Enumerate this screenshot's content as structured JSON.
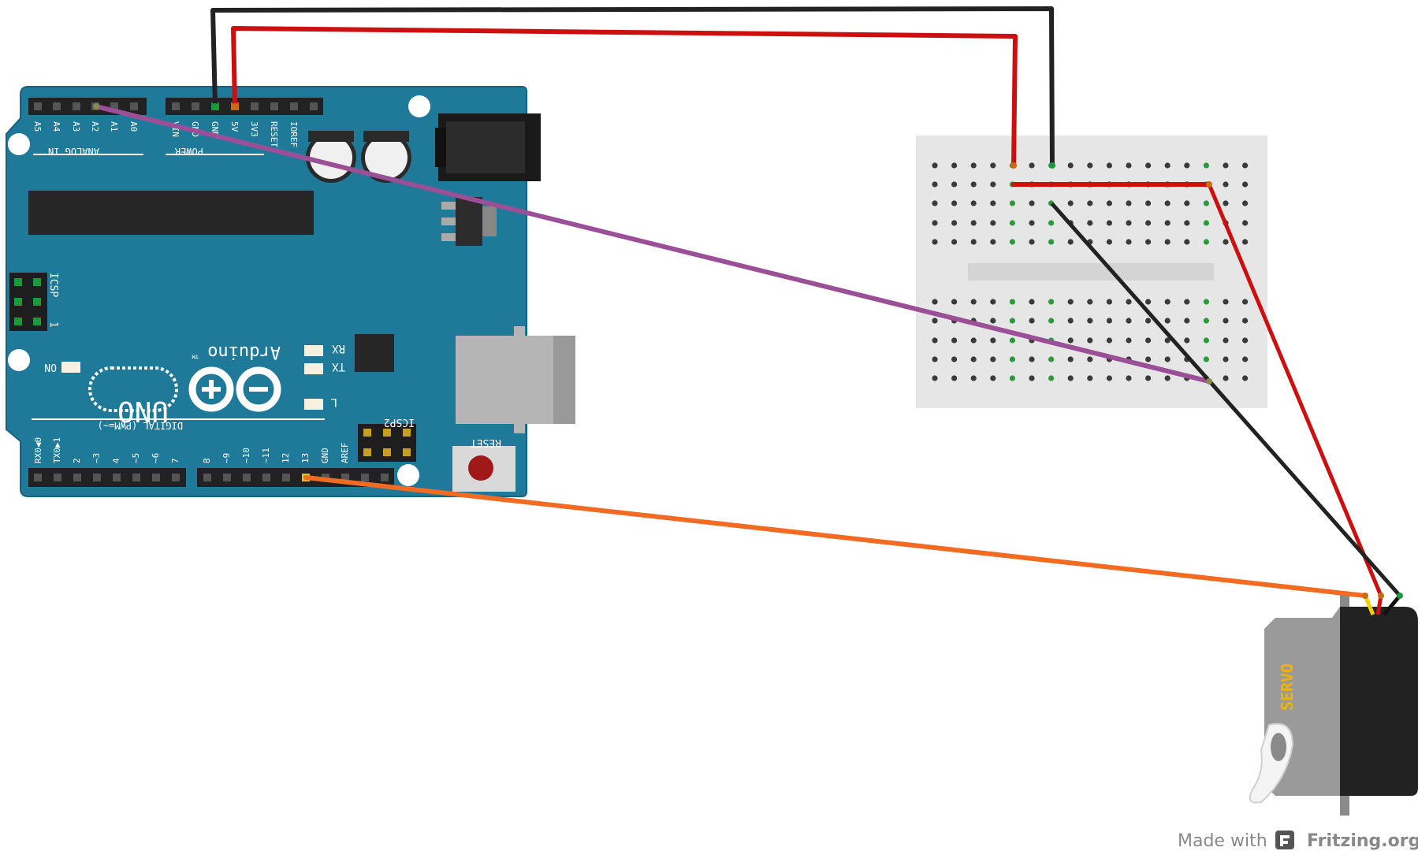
{
  "arduino": {
    "brand": "Arduino",
    "trademark": "TM",
    "model": "UNO",
    "header_labels": {
      "analog_in": "ANALOG IN",
      "power": "POWER",
      "digital": "DIGITAL (PWM=~)",
      "icsp": "ICSP",
      "icsp2": "ICSP2",
      "icsp_pin1": "1",
      "reset_button": "RESET",
      "on": "ON",
      "rx": "RX",
      "tx": "TX",
      "l": "L"
    },
    "analog_pins": [
      "A5",
      "A4",
      "A3",
      "A2",
      "A1",
      "A0"
    ],
    "power_pins": [
      "VIN",
      "GND",
      "GND",
      "5V",
      "3V3",
      "RESET",
      "IOREF"
    ],
    "digital_pins_low": [
      "RX0◀0",
      "TX0▶1",
      "2",
      "~3",
      "4",
      "~5",
      "~6",
      "7"
    ],
    "digital_pins_high": [
      "8",
      "~9",
      "~10",
      "~11",
      "12",
      "13",
      "GND",
      "AREF"
    ]
  },
  "servo": {
    "label": "SERVO"
  },
  "credit": {
    "prefix": "Made with",
    "brand": "Fritzing.org"
  },
  "wires": [
    {
      "name": "gnd-to-breadboard",
      "color": "#222222"
    },
    {
      "name": "5v-to-breadboard",
      "color": "#cc1010"
    },
    {
      "name": "breadboard-power-jumper",
      "color": "#cc1010"
    },
    {
      "name": "a2-signal",
      "color": "#9b4f96"
    },
    {
      "name": "pin13-to-servo-signal",
      "color": "#f26b22"
    },
    {
      "name": "breadboard-to-servo-power",
      "color": "#cc1010"
    },
    {
      "name": "breadboard-to-servo-ground",
      "color": "#222222"
    }
  ],
  "colors": {
    "board": "#1f7a9a",
    "board_dark": "#17627d",
    "breadboard": "#e6e6e6",
    "servo_body": "#222222",
    "servo_label": "#f0b400"
  }
}
